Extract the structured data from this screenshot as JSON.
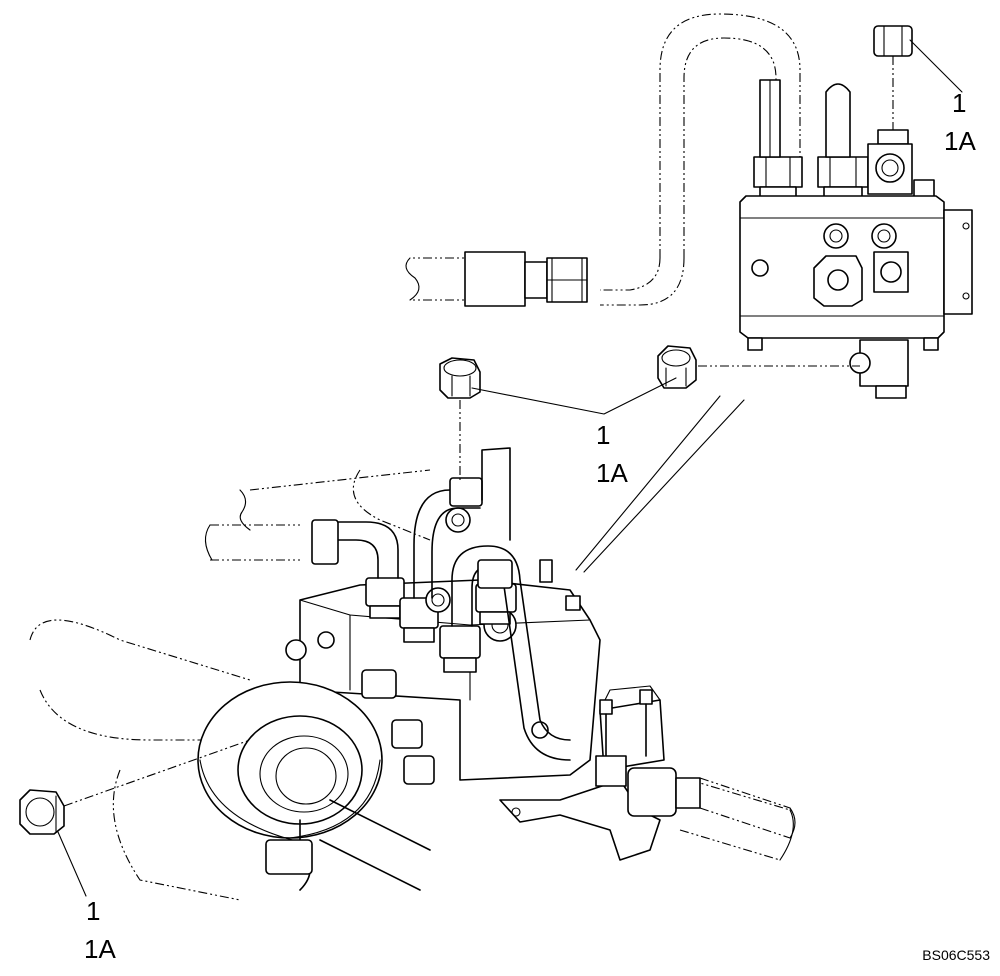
{
  "callouts": [
    {
      "number": "1",
      "ref": "1A"
    },
    {
      "number": "1",
      "ref": "1A"
    },
    {
      "number": "1",
      "ref": "1A"
    }
  ],
  "drawing_code": "BS06C553"
}
